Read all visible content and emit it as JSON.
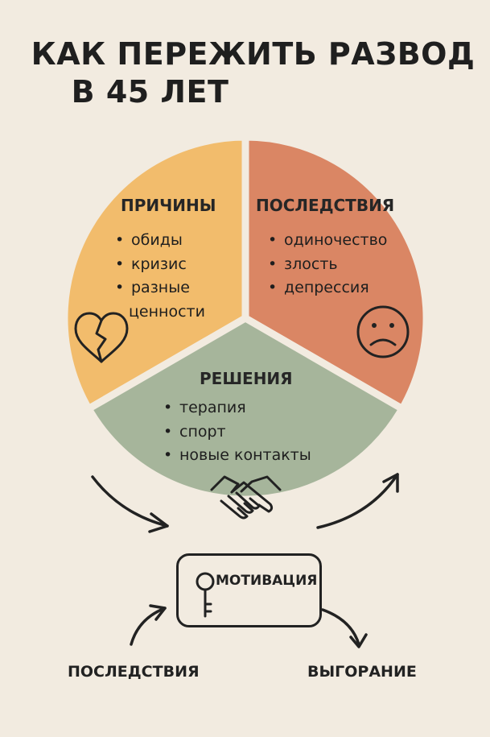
{
  "title": {
    "line1": "КАК ПЕРЕЖИТЬ РАЗВОД",
    "line2": "В 45 ЛЕТ"
  },
  "sections": {
    "causes": {
      "title": "ПРИЧИНЫ",
      "items": [
        "обиды",
        "кризис",
        "разные",
        "ценности"
      ],
      "color": "#F2BC6C",
      "icon": "broken-heart-icon"
    },
    "consequences": {
      "title": "ПОСЛЕДСТВИЯ",
      "items": [
        "одиночество",
        "злость",
        "депрессия"
      ],
      "color": "#DA8664",
      "icon": "sad-face-icon"
    },
    "solutions": {
      "title": "РЕШЕНИЯ",
      "items": [
        "терапия",
        "спорт",
        "новые контакты"
      ],
      "color": "#A6B59B",
      "icon": "handshake-icon"
    }
  },
  "cycle": {
    "center": {
      "label": "МОТИВАЦИЯ",
      "icon": "key-icon"
    },
    "left": "ПОСЛЕДСТВИЯ",
    "right": "ВЫГОРАНИЕ"
  }
}
